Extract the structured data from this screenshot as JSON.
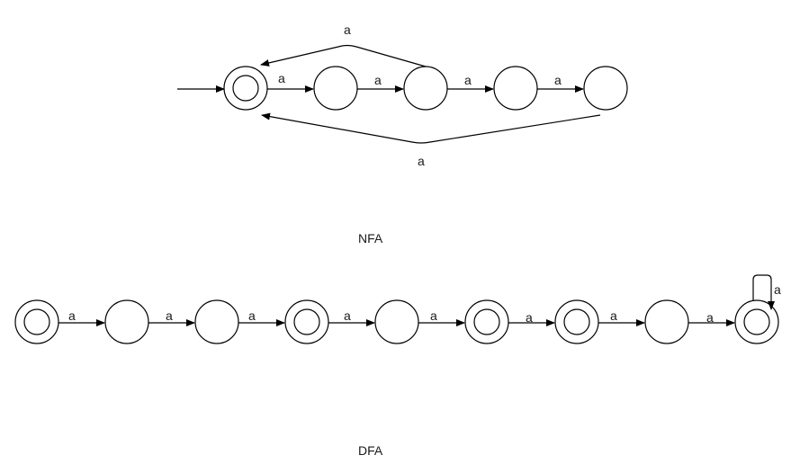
{
  "nfa": {
    "caption": "NFA",
    "states": [
      {
        "accepting": true,
        "start": true
      },
      {
        "accepting": false
      },
      {
        "accepting": false
      },
      {
        "accepting": false
      },
      {
        "accepting": false
      }
    ],
    "transitions": [
      {
        "from": 0,
        "to": 1,
        "label": "a"
      },
      {
        "from": 1,
        "to": 2,
        "label": "a"
      },
      {
        "from": 2,
        "to": 3,
        "label": "a"
      },
      {
        "from": 3,
        "to": 4,
        "label": "a"
      },
      {
        "from": 2,
        "to": 0,
        "label": "a"
      },
      {
        "from": 4,
        "to": 0,
        "label": "a"
      }
    ]
  },
  "dfa": {
    "caption": "DFA",
    "states": [
      {
        "accepting": true
      },
      {
        "accepting": false
      },
      {
        "accepting": false
      },
      {
        "accepting": true
      },
      {
        "accepting": false
      },
      {
        "accepting": true
      },
      {
        "accepting": true
      },
      {
        "accepting": false
      },
      {
        "accepting": true
      }
    ],
    "transitions": [
      {
        "from": 0,
        "to": 1,
        "label": "a"
      },
      {
        "from": 1,
        "to": 2,
        "label": "a"
      },
      {
        "from": 2,
        "to": 3,
        "label": "a"
      },
      {
        "from": 3,
        "to": 4,
        "label": "a"
      },
      {
        "from": 4,
        "to": 5,
        "label": "a"
      },
      {
        "from": 5,
        "to": 6,
        "label": "a"
      },
      {
        "from": 6,
        "to": 7,
        "label": "a"
      },
      {
        "from": 7,
        "to": 8,
        "label": "a"
      },
      {
        "from": 8,
        "to": 8,
        "label": "a"
      }
    ]
  }
}
